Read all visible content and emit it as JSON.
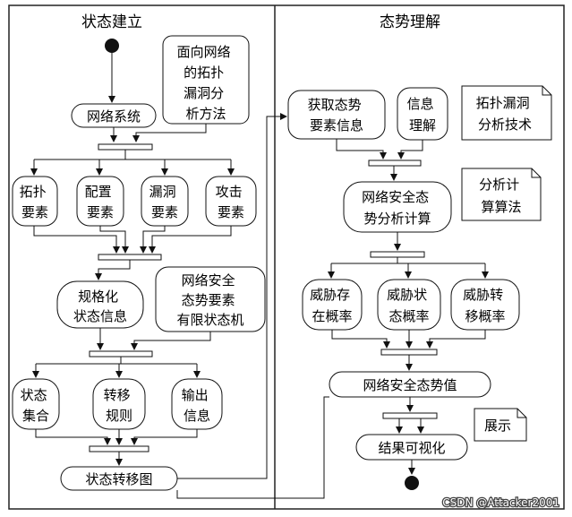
{
  "lanes": {
    "left_title": "状态建立",
    "right_title": "态势理解"
  },
  "left": {
    "method": [
      "面向网络",
      "的拓扑",
      "漏洞分",
      "析方法"
    ],
    "network_system": "网络系统",
    "elements": [
      [
        "拓扑",
        "要素"
      ],
      [
        "配置",
        "要素"
      ],
      [
        "漏洞",
        "要素"
      ],
      [
        "攻击",
        "要素"
      ]
    ],
    "normalized_state": [
      "规格化",
      "状态信息"
    ],
    "fsm": [
      "网络安全",
      "态势要素",
      "有限状态机"
    ],
    "outputs": [
      [
        "状态",
        "集合"
      ],
      [
        "转移",
        "规则"
      ],
      [
        "输出",
        "信息"
      ]
    ],
    "state_graph": "状态转移图"
  },
  "right": {
    "acquire": [
      "获取态势",
      "要素信息"
    ],
    "info_understand": [
      "信息",
      "理解"
    ],
    "note_topology": [
      "拓扑漏洞",
      "分析技术"
    ],
    "note_calc": [
      "分析计",
      "算算法"
    ],
    "calc": [
      "网络安全态",
      "势分析计算"
    ],
    "probabilities": [
      [
        "威胁存",
        "在概率"
      ],
      [
        "威胁状",
        "态概率"
      ],
      [
        "威胁转",
        "移概率"
      ]
    ],
    "security_value": "网络安全态势值",
    "note_display": "展示",
    "visualize": "结果可视化"
  },
  "watermark": "CSDN @Attacker2001"
}
